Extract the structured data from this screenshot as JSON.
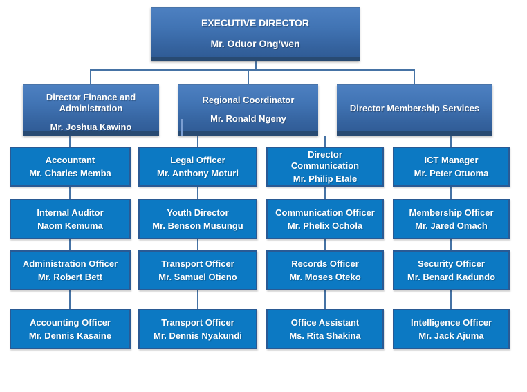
{
  "org": {
    "root": {
      "title": "EXECUTIVE DIRECTOR",
      "name": "Mr. Oduor Ong’wen"
    },
    "directors": [
      {
        "title": "Director Finance and Administration",
        "name": "Mr. Joshua Kawino"
      },
      {
        "title": "Regional Coordinator",
        "name": "Mr. Ronald Ngeny"
      },
      {
        "title": "Director Membership Services",
        "name": ""
      }
    ],
    "columns": [
      [
        {
          "title": "Accountant",
          "name": "Mr. Charles Memba"
        },
        {
          "title": "Internal Auditor",
          "name": "Naom Kemuma"
        },
        {
          "title": "Administration Officer",
          "name": "Mr.  Robert Bett"
        },
        {
          "title": "Accounting Officer",
          "name": "Mr. Dennis Kasaine"
        }
      ],
      [
        {
          "title": "Legal Officer",
          "name": "Mr. Anthony Moturi"
        },
        {
          "title": "Youth Director",
          "name": "Mr. Benson Musungu"
        },
        {
          "title": "Transport Officer",
          "name": "Mr. Samuel Otieno"
        },
        {
          "title": "Transport Officer",
          "name": "Mr. Dennis Nyakundi"
        }
      ],
      [
        {
          "title": "Director Communication",
          "name": "Mr. Philip Etale"
        },
        {
          "title": "Communication Officer",
          "name": "Mr. Phelix  Ochola"
        },
        {
          "title": "Records Officer",
          "name": "Mr. Moses Oteko"
        },
        {
          "title": "Office Assistant",
          "name": "Ms. Rita Shakina"
        }
      ],
      [
        {
          "title": "ICT Manager",
          "name": "Mr. Peter Otuoma"
        },
        {
          "title": "Membership Officer",
          "name": "Mr. Jared Omach"
        },
        {
          "title": "Security Officer",
          "name": "Mr. Benard Kadundo"
        },
        {
          "title": "Intelligence Officer",
          "name": "Mr. Jack Ajuma"
        }
      ]
    ],
    "colors": {
      "gradient_box_top": "#4d80c1",
      "gradient_box_bottom": "#305c96",
      "gradient_box_base_strip": "#284a72",
      "flat_box_fill": "#0c79c3",
      "flat_box_border": "#2a5a94",
      "connector_line": "#4673a5",
      "text": "#ffffff",
      "background": "#ffffff"
    }
  }
}
